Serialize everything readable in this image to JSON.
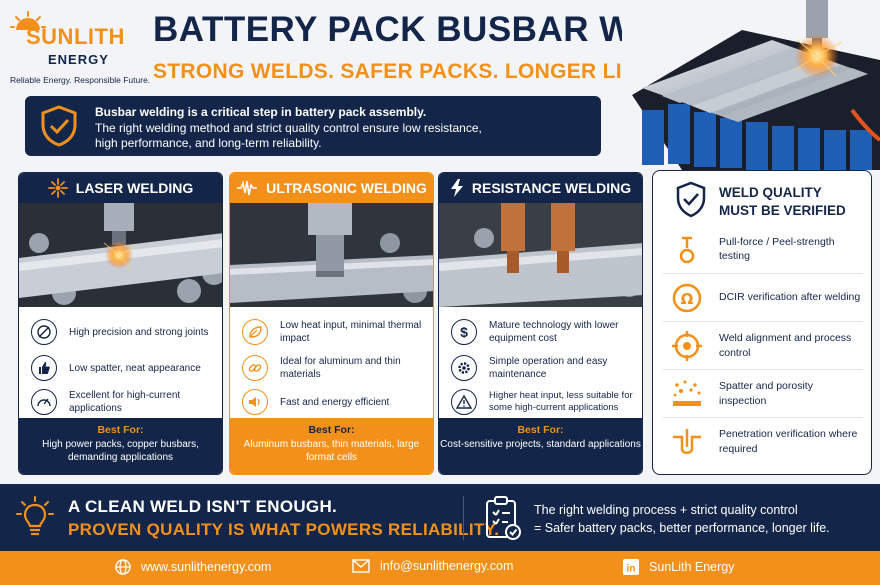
{
  "logo": {
    "brand_sun": "SUNLITH",
    "brand_energy": "ENERGY",
    "tagline": "Reliable Energy. Responsible Future."
  },
  "header": {
    "title": "BATTERY PACK BUSBAR WELDING",
    "subtitle": "STRONG WELDS. SAFER PACKS. LONGER LIFE."
  },
  "intro": {
    "line1": "Busbar welding is a critical step in battery pack assembly.",
    "line2": "The right welding method and strict quality control ensure low resistance,",
    "line3": "high performance, and long-term reliability."
  },
  "columns": [
    {
      "title": "LASER WELDING",
      "features": [
        "High precision and strong joints",
        "Low spatter, neat appearance",
        "Excellent for high-current applications"
      ],
      "best_label": "Best For:",
      "best_text": "High power packs, copper busbars, demanding applications"
    },
    {
      "title": "ULTRASONIC WELDING",
      "features": [
        "Low heat input, minimal thermal impact",
        "Ideal for aluminum and thin materials",
        "Fast and energy efficient"
      ],
      "best_label": "Best For:",
      "best_text": "Aluminum busbars, thin materials, large format cells"
    },
    {
      "title": "RESISTANCE WELDING",
      "features": [
        "Mature technology with lower equipment cost",
        "Simple operation and easy maintenance",
        "Higher heat input, less suitable for some high-current applications"
      ],
      "best_label": "Best For:",
      "best_text": "Cost-sensitive projects, standard applications"
    }
  ],
  "quality": {
    "title_line1": "WELD QUALITY",
    "title_line2": "MUST BE VERIFIED",
    "items": [
      "Pull-force / Peel-strength testing",
      "DCIR verification after welding",
      "Weld alignment and process control",
      "Spatter and porosity inspection",
      "Penetration verification where required"
    ]
  },
  "banner": {
    "headline1": "A CLEAN WELD ISN'T ENOUGH.",
    "headline2": "PROVEN QUALITY IS WHAT POWERS RELIABILITY.",
    "right1": "The right welding process + strict quality control",
    "right2": "= Safer battery packs, better performance, longer life."
  },
  "footer": {
    "website": "www.sunlithenergy.com",
    "email": "info@sunlithenergy.com",
    "linkedin": "SunLith Energy"
  },
  "colors": {
    "navy": "#13264a",
    "orange": "#f39019",
    "background": "#f3f4f7"
  }
}
